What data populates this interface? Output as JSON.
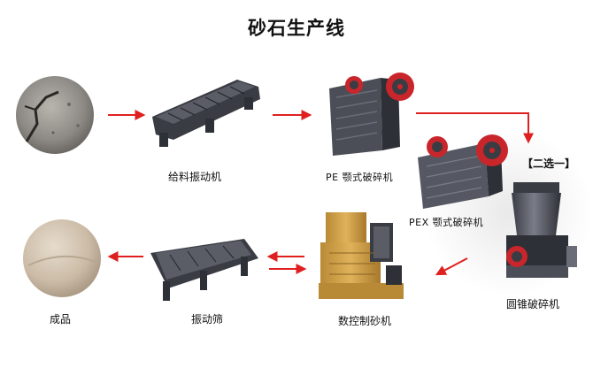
{
  "title": "砂石生产线",
  "choice_note": "【二选一】",
  "stages": {
    "raw_material": "",
    "feeder": "给料振动机",
    "pe_crusher": "PE 颚式破碎机",
    "pex_crusher": "PEX 颚式破碎机",
    "cone_crusher": "圆锥破碎机",
    "sand_maker": "数控制砂机",
    "screen": "振动筛",
    "product": "成品"
  },
  "colors": {
    "arrow": "#e02020",
    "machine_dark": "#3a3c44",
    "machine_mid": "#6a6d78",
    "flywheel_red": "#c8262b",
    "sand_maker_tan": "#d4a148",
    "rock_grey": "#8d8a86",
    "sand_beige": "#cbbba6"
  }
}
